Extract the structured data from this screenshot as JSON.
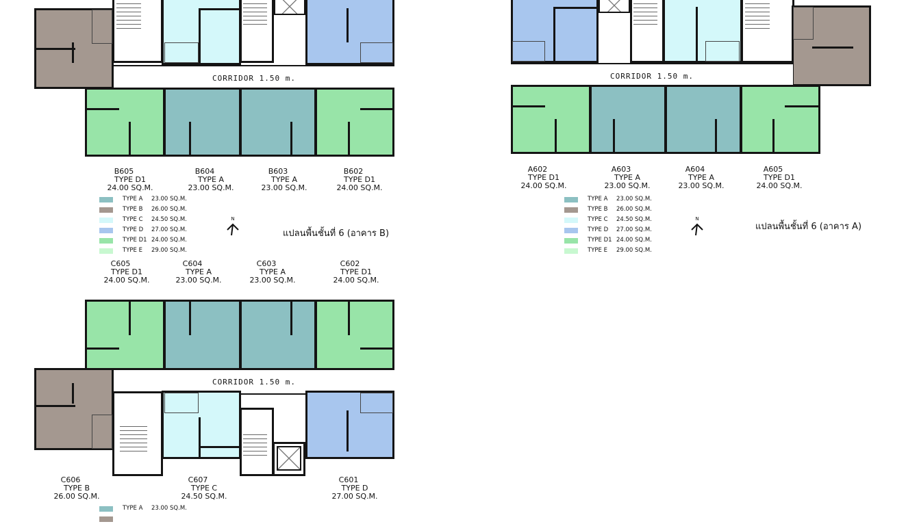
{
  "colors": {
    "type_a": "#8cc0c2",
    "type_b": "#a49890",
    "type_c": "#d4f8fa",
    "type_d": "#a8c6ee",
    "type_d1": "#98e4a8",
    "type_e": "#c8f8d0",
    "wall": "#141414"
  },
  "corridor_label": "CORRIDOR  1.50 m.",
  "legend": [
    {
      "type": "TYPE A",
      "area": "23.00 SQ.M.",
      "color": "#8cc0c2"
    },
    {
      "type": "TYPE B",
      "area": "26.00 SQ.M.",
      "color": "#a49890"
    },
    {
      "type": "TYPE C",
      "area": "24.50 SQ.M.",
      "color": "#d4f8fa"
    },
    {
      "type": "TYPE D",
      "area": "27.00 SQ.M.",
      "color": "#a8c6ee"
    },
    {
      "type": "TYPE D1",
      "area": "24.00 SQ.M.",
      "color": "#98e4a8"
    },
    {
      "type": "TYPE E",
      "area": "29.00 SQ.M.",
      "color": "#c8f8d0"
    }
  ],
  "north_label": "N",
  "building_b": {
    "title": "แปลนพื้นชั้นที่ 6 (อาคาร B)",
    "units": [
      {
        "id": "B605",
        "type": "TYPE D1",
        "area": "24.00 SQ.M."
      },
      {
        "id": "B604",
        "type": "TYPE A",
        "area": "23.00 SQ.M."
      },
      {
        "id": "B603",
        "type": "TYPE A",
        "area": "23.00 SQ.M."
      },
      {
        "id": "B602",
        "type": "TYPE D1",
        "area": "24.00 SQ.M."
      }
    ]
  },
  "building_a": {
    "title": "แปลนพื้นชั้นที่ 6 (อาคาร A)",
    "units": [
      {
        "id": "A602",
        "type": "TYPE D1",
        "area": "24.00 SQ.M."
      },
      {
        "id": "A603",
        "type": "TYPE A",
        "area": "23.00 SQ.M."
      },
      {
        "id": "A604",
        "type": "TYPE A",
        "area": "23.00 SQ.M."
      },
      {
        "id": "A605",
        "type": "TYPE D1",
        "area": "24.00 SQ.M."
      }
    ]
  },
  "building_c": {
    "top_units": [
      {
        "id": "C605",
        "type": "TYPE D1",
        "area": "24.00 SQ.M."
      },
      {
        "id": "C604",
        "type": "TYPE A",
        "area": "23.00 SQ.M."
      },
      {
        "id": "C603",
        "type": "TYPE A",
        "area": "23.00 SQ.M."
      },
      {
        "id": "C602",
        "type": "TYPE D1",
        "area": "24.00 SQ.M."
      }
    ],
    "bottom_units": [
      {
        "id": "C606",
        "type": "TYPE B",
        "area": "26.00 SQ.M."
      },
      {
        "id": "C607",
        "type": "TYPE C",
        "area": "24.50 SQ.M."
      },
      {
        "id": "C601",
        "type": "TYPE D",
        "area": "27.00 SQ.M."
      }
    ],
    "legend_partial": {
      "type": "TYPE A",
      "area": "23.00 SQ.M."
    }
  }
}
